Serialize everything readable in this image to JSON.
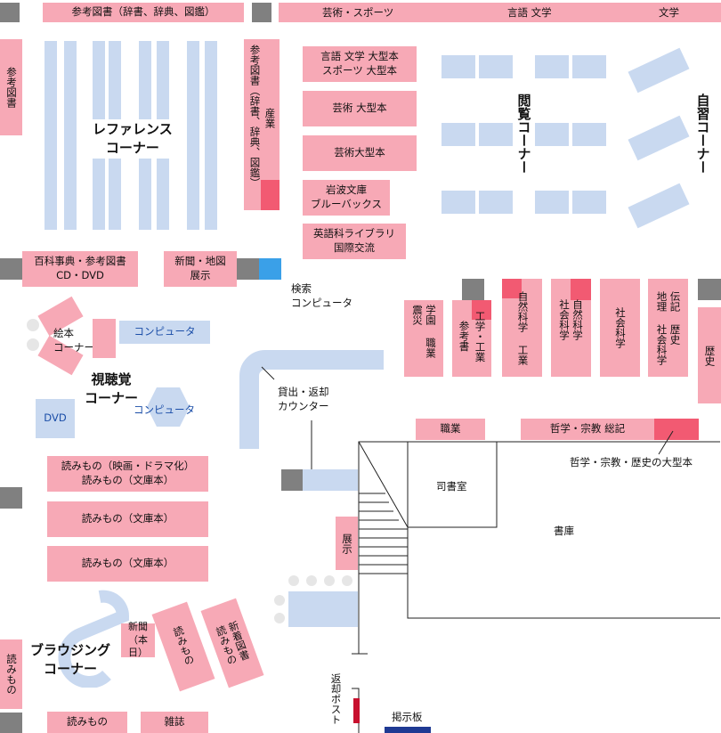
{
  "shelves": {
    "top_reference": "参考図書（辞書、辞典、図鑑）",
    "top_arts_sports": "芸術・スポーツ",
    "top_language_lit": "言語  文学",
    "top_literature": "文学",
    "left_reference": "参考図書",
    "mid_reference_vertical": "参考図書（辞書、辞典、図鑑）",
    "industry": "産業",
    "lang_lit_large": "言語  文学  大型本\nスポーツ  大型本",
    "arts_large": "芸術    大型本",
    "arts_large2": "芸術大型本",
    "iwanami": "岩波文庫\nブルーバックス",
    "english_library": "英語科ライブラリ\n国際交流",
    "encyclopedia": "百科事典・参考図書\nCD・DVD",
    "newspaper_map": "新聞・地図\n展示",
    "school_jobs": "学園  職業  震災",
    "reference_books": "参考書",
    "engineering": "工学・工業",
    "natural_science": "自然科学",
    "natural_science_eng": "自然科学  工業",
    "social_science": "自然科学  社会科学",
    "social_science2": "社会科学",
    "geo_history": "伝記  歴史\n地理  社会科学",
    "history": "歴史",
    "jobs": "職業",
    "philosophy": "哲学・宗教   総記",
    "reading_film": "読みもの（映画・ドラマ化）\n読みもの（文庫本）",
    "reading_bunko1": "読みもの（文庫本）",
    "reading_bunko2": "読みもの（文庫本）",
    "exhibit": "展示",
    "newspaper_today": "新聞\n（本日）",
    "reading_slant": "読みもの",
    "new_books": "新着図書\n読みもの",
    "left_reading": "読みもの",
    "bottom_reading": "読みもの",
    "magazines": "雑誌",
    "picture_books": "絵本",
    "computer1": "コンピュータ",
    "computer2": "コンピュータ",
    "dvd": "DVD"
  },
  "areas": {
    "reference_corner": "レファレンス\nコーナー",
    "reading_corner": "閲覧コーナー",
    "study_corner": "自習コーナー",
    "av_corner": "視聴覚\nコーナー",
    "browsing_corner": "ブラウジング\nコーナー",
    "picture_corner": "コーナー",
    "librarian_room": "司書室",
    "stacks": "書庫",
    "bulletin": "掲示板"
  },
  "callouts": {
    "search_pc": "検索\nコンピュータ",
    "counter": "貸出・返却\nカウンター",
    "large_books": "哲学・宗教・歴史の大型本",
    "return_post": "返却ポスト"
  }
}
